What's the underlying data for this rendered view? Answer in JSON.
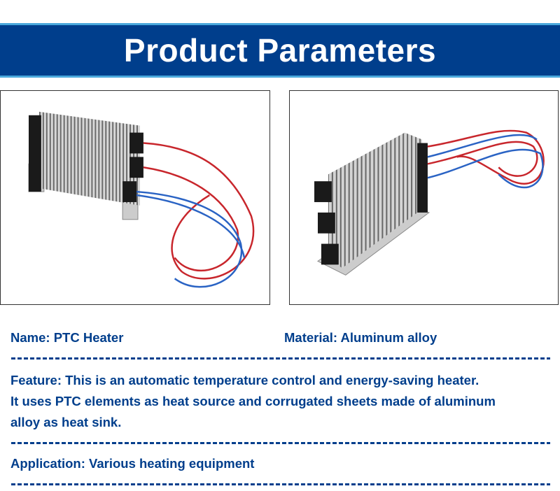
{
  "header": {
    "title": "Product Parameters"
  },
  "colors": {
    "banner": "#003e8c",
    "banner_stripe": "#4aa8dc",
    "text": "#003e8c"
  },
  "images": [
    {
      "name": "ptc-heater-front-view",
      "icon": "heater-photo"
    },
    {
      "name": "ptc-heater-angle-view",
      "icon": "heater-photo"
    }
  ],
  "params": {
    "name": "Name: PTC Heater",
    "material": "Material: Aluminum alloy",
    "feature_lines": [
      "Feature: This is an automatic temperature control and energy-saving heater.",
      "It uses PTC elements as heat source and corrugated sheets made of aluminum",
      "alloy as heat sink."
    ],
    "application": "Application: Various heating equipment"
  }
}
